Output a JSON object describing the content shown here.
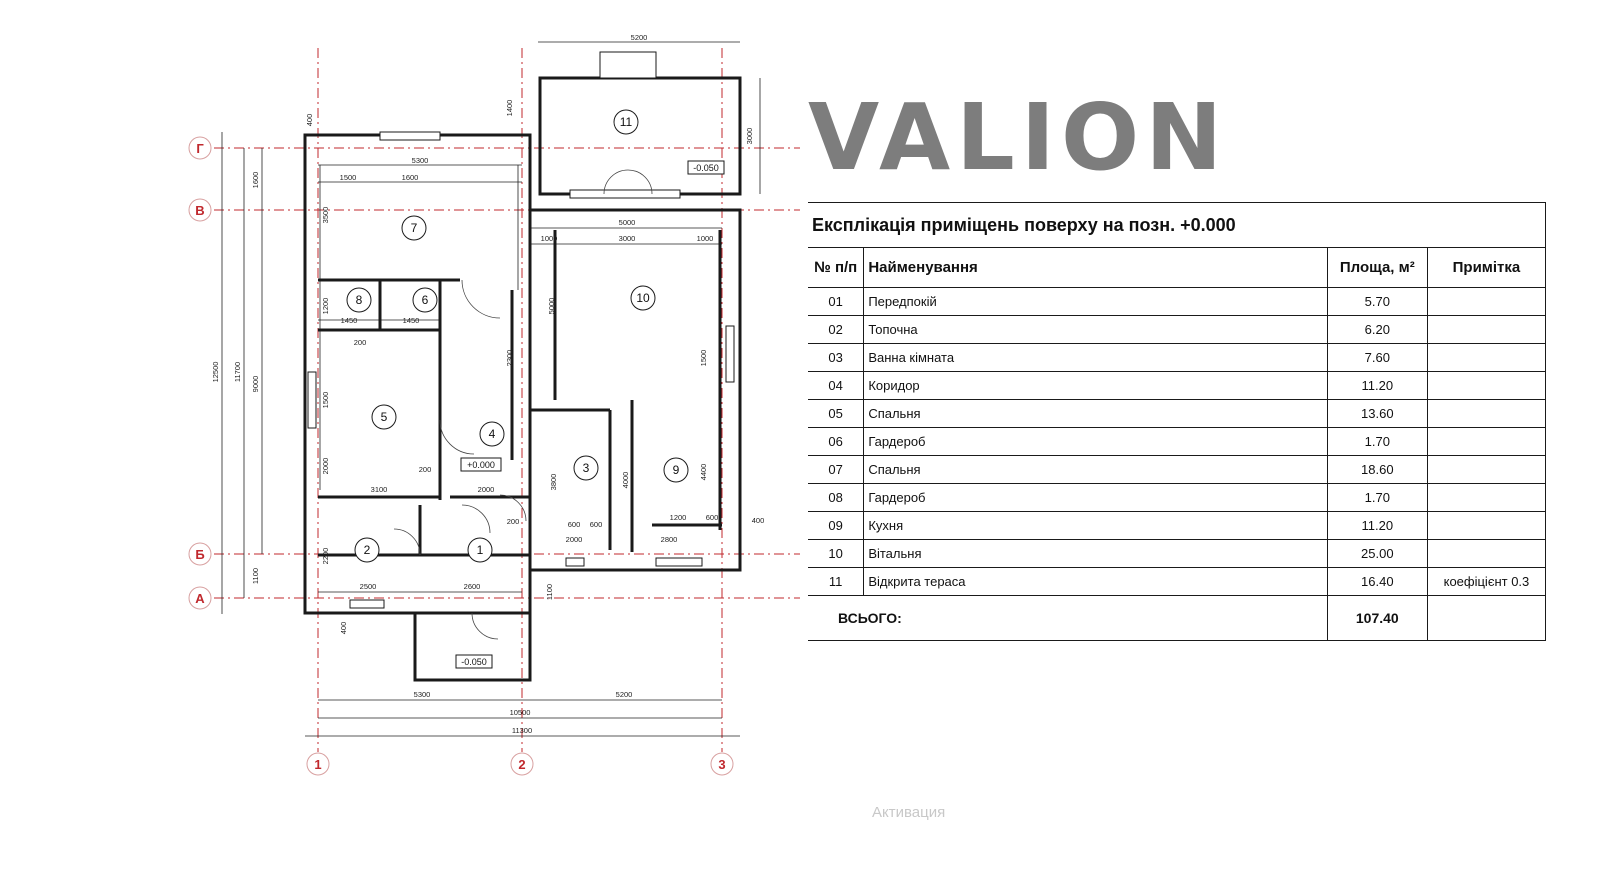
{
  "brand": {
    "logo_text": "VALION"
  },
  "explication": {
    "title": "Експлікація приміщень поверху на позн. +0.000",
    "headers": {
      "num": "№ п/п",
      "name": "Найменування",
      "area": "Площа, м²",
      "note": "Примітка"
    },
    "rows": [
      {
        "num": "01",
        "name": "Передпокій",
        "area": "5.70",
        "note": ""
      },
      {
        "num": "02",
        "name": "Топочна",
        "area": "6.20",
        "note": ""
      },
      {
        "num": "03",
        "name": "Ванна кімната",
        "area": "7.60",
        "note": ""
      },
      {
        "num": "04",
        "name": "Коридор",
        "area": "11.20",
        "note": ""
      },
      {
        "num": "05",
        "name": "Спальня",
        "area": "13.60",
        "note": ""
      },
      {
        "num": "06",
        "name": "Гардероб",
        "area": "1.70",
        "note": ""
      },
      {
        "num": "07",
        "name": "Спальня",
        "area": "18.60",
        "note": ""
      },
      {
        "num": "08",
        "name": "Гардероб",
        "area": "1.70",
        "note": ""
      },
      {
        "num": "09",
        "name": "Кухня",
        "area": "11.20",
        "note": ""
      },
      {
        "num": "10",
        "name": "Вітальня",
        "area": "25.00",
        "note": ""
      },
      {
        "num": "11",
        "name": "Відкрита тераса",
        "area": "16.40",
        "note": "коефіцієнт 0.3"
      }
    ],
    "total_label": "ВСЬОГО:",
    "total_value": "107.40"
  },
  "plan": {
    "axes_letters": [
      "Г",
      "В",
      "Б",
      "А"
    ],
    "axes_numbers": [
      "1",
      "2",
      "3"
    ],
    "room_numbers": [
      "1",
      "2",
      "3",
      "4",
      "5",
      "6",
      "7",
      "8",
      "9",
      "10",
      "11"
    ],
    "levels": [
      "+0.000",
      "-0.050",
      "-0.050"
    ],
    "dimensions_top": [
      "5200",
      "5300",
      "1500",
      "1600",
      "5000",
      "1000",
      "3000",
      "1000"
    ],
    "dimensions_bottom": [
      "5300",
      "5200",
      "10500",
      "11300",
      "2500",
      "2600"
    ],
    "dimensions_left": [
      "12500",
      "11700",
      "9000",
      "1600",
      "1100",
      "400",
      "400",
      "3500",
      "1200",
      "1500",
      "2000",
      "2200"
    ],
    "dimensions_inner": [
      "1450",
      "1450",
      "200",
      "3100",
      "2000",
      "600",
      "600",
      "2000",
      "1200",
      "600",
      "2800",
      "3800",
      "4000",
      "4400",
      "2300",
      "5000",
      "1500",
      "200",
      "1400",
      "3000",
      "1100",
      "400",
      "200"
    ]
  },
  "colors": {
    "axis_red": "#c0282d",
    "logo_gray": "#7d7d7d"
  },
  "watermark": "Активация"
}
